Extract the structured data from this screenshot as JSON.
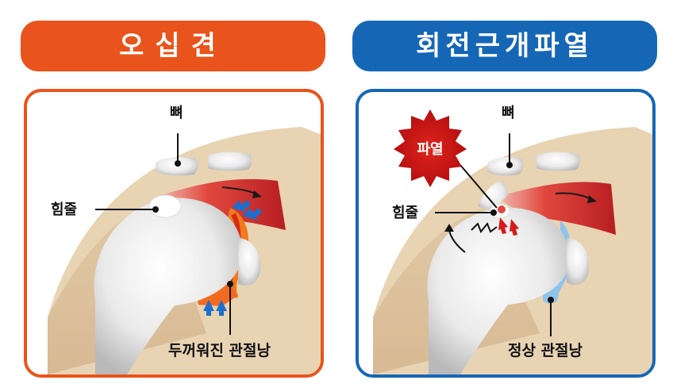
{
  "left_panel": {
    "title": "오십견",
    "labels": {
      "bone": "뼈",
      "tendon": "힘줄",
      "capsule": "두꺼워진 관절낭"
    },
    "accent_color": "#e8541c"
  },
  "right_panel": {
    "title": "회전근개파열",
    "badge": "파열",
    "labels": {
      "bone": "뼈",
      "tendon": "힘줄",
      "capsule": "정상 관절낭"
    },
    "accent_color": "#1567b6"
  }
}
